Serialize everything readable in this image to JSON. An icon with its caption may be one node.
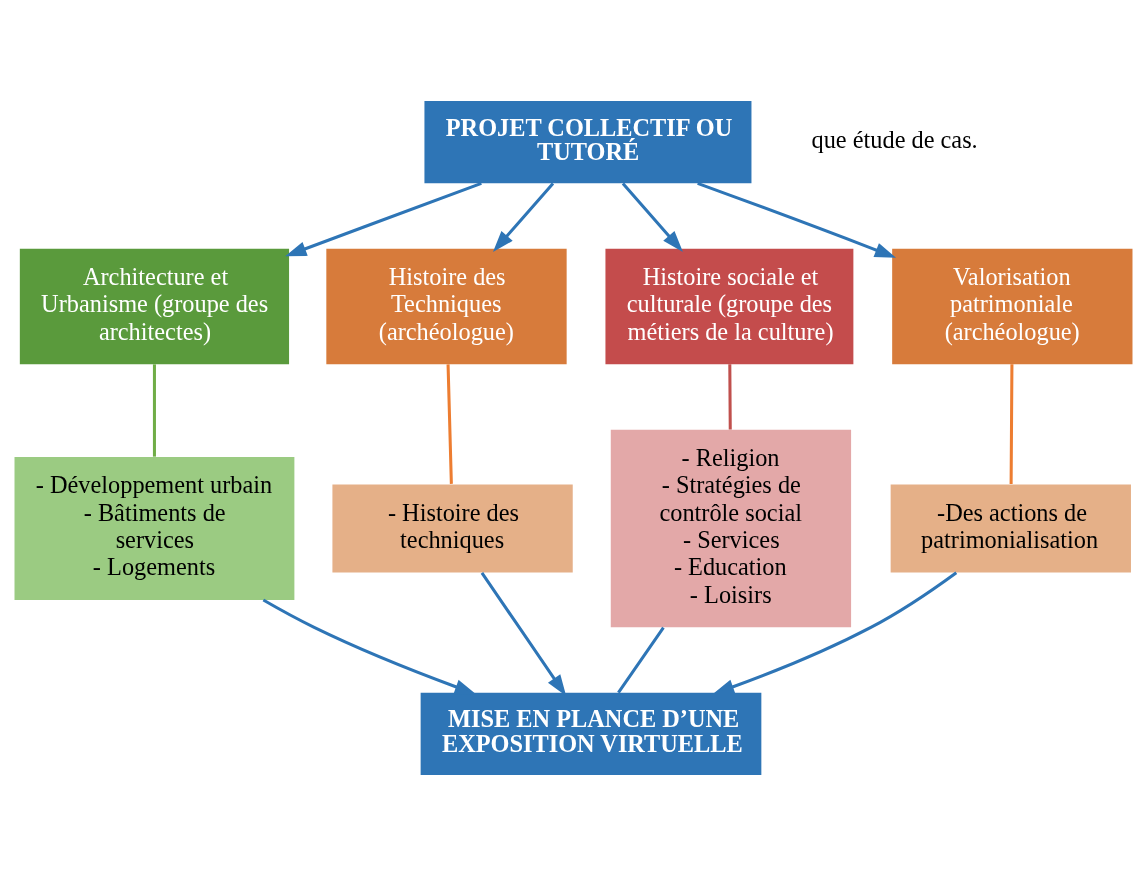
{
  "diagram": {
    "nodes": [
      {
        "text": [
          "PROJET COLLECTIF OU TUTORÉ"
        ]
      },
      {
        "text": [
          "Architecture et Urbanisme (groupe des architectes)"
        ]
      },
      {
        "text": [
          "Histoire des Techniques (archéologue)"
        ]
      },
      {
        "text": [
          "Histoire sociale et culturale (groupe des métiers de la culture)"
        ]
      },
      {
        "text": [
          "Valorisation patrimoniale (archéologue)"
        ]
      },
      {
        "text": [
          "- Développement urbain",
          "- Bâtiments de services",
          "- Logements"
        ]
      },
      {
        "text": [
          "- Histoire des techniques"
        ]
      },
      {
        "text": [
          "- Religion",
          "- Stratégies de contrôle social",
          "- Services",
          "- Education",
          "- Loisirs"
        ]
      },
      {
        "text": [
          "-Des actions de patrimonialisation"
        ]
      },
      {
        "text": [
          "MISE EN PLANCE D’UNE EXPOSITION VIRTUELLE"
        ]
      }
    ],
    "edges": [
      {
        "from": 0,
        "to": 1,
        "arrow": "to"
      },
      {
        "from": 0,
        "to": 2,
        "arrow": "to"
      },
      {
        "from": 0,
        "to": 3,
        "arrow": "to"
      },
      {
        "from": 0,
        "to": 4,
        "arrow": "to"
      },
      {
        "from": 1,
        "to": 5,
        "arrow": "none",
        "color": "#70ad47"
      },
      {
        "from": 2,
        "to": 6,
        "arrow": "none",
        "color": "#ed7d31"
      },
      {
        "from": 3,
        "to": 7,
        "arrow": "none",
        "color": "#c0504d"
      },
      {
        "from": 4,
        "to": 8,
        "arrow": "none",
        "color": "#ed7d31"
      },
      {
        "from": 5,
        "to": 9,
        "arrow": "to"
      },
      {
        "from": 6,
        "to": 9,
        "arrow": "to"
      },
      {
        "from": 7,
        "to": 9,
        "arrow": "none"
      },
      {
        "from": 8,
        "to": 9,
        "arrow": "to"
      }
    ],
    "labels": [
      "que étude de cas."
    ]
  }
}
